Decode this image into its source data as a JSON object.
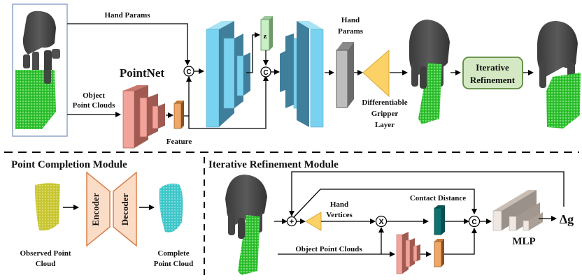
{
  "top": {
    "hand_params_label": "Hand Params",
    "object_point_clouds_label": [
      "Object",
      "Point Clouds"
    ],
    "pointnet_title": "PointNet",
    "feature_label": "Feature",
    "concat_symbol": "C",
    "latent_label": "z",
    "hand_params_output_label": [
      "Hand",
      "Params"
    ],
    "gripper_layer_label": [
      "Differentiable",
      "Gripper",
      "Layer"
    ],
    "iterative_refinement_label": [
      "Iterative",
      "Refinement"
    ]
  },
  "point_completion": {
    "title": "Point Completion Module",
    "encoder_label": "Encoder",
    "decoder_label": "Decoder",
    "observed_label": [
      "Observed Point",
      "Cloud"
    ],
    "complete_label": [
      "Complete",
      "Point Cloud"
    ]
  },
  "iterative_module": {
    "title": "Iterative Refinement Module",
    "add_symbol": "+",
    "multiply_symbol": "X",
    "concat_symbol": "C",
    "hand_vertices_label": [
      "Hand",
      "Vertices"
    ],
    "contact_distance_label": "Contact Distance",
    "object_point_clouds_label": "Object Point Clouds",
    "mlp_label": "MLP",
    "output_label": "Δg"
  },
  "colors": {
    "hand": "#4a4a4a",
    "object_points": "#2fc22f",
    "observed_points": "#c8c630",
    "complete_points": "#3fc6c9",
    "pointnet_front": "#f2a49b",
    "pointnet_side": "#a05a52",
    "feature": "#f0a868",
    "cvae_front": "#79d3f0",
    "cvae_side": "#3f7f9c",
    "latent": "#c9efc5",
    "hand_params_block": "#bdbdbd",
    "gripper_triangle": "#fcd267",
    "refinement_box": "#d4e8c4",
    "refinement_border": "#5c8a3c",
    "encoder_fill": "#fbdcc6",
    "encoder_border": "#d9804a",
    "contact_distance": "#0f7272",
    "mlp": "#ddd3cc"
  }
}
